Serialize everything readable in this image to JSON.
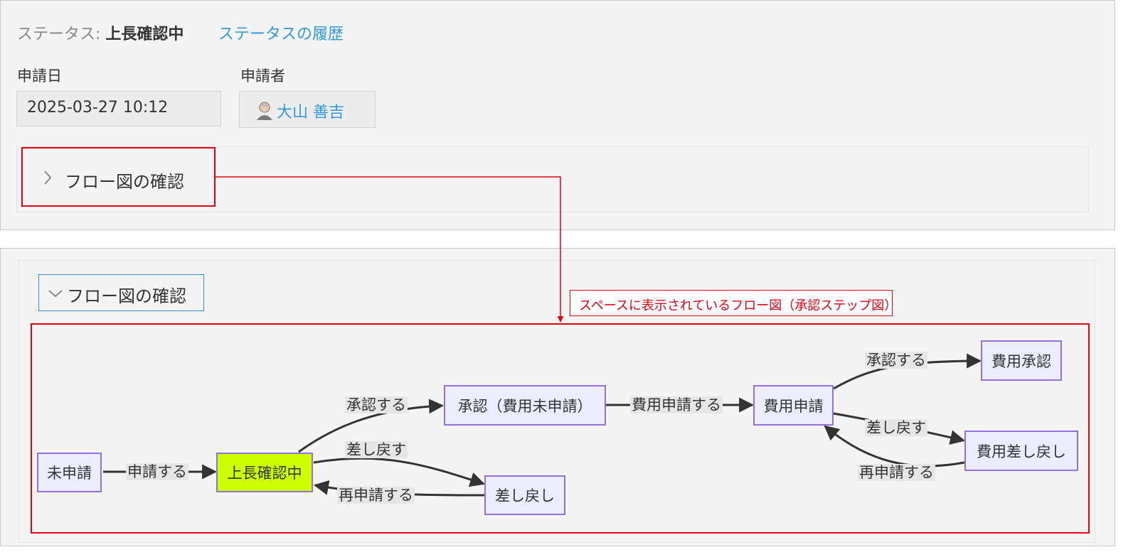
{
  "status": {
    "label": "ステータス: ",
    "value": "上長確認中",
    "history_link": "ステータスの履歴"
  },
  "fields": {
    "date_label": "申請日",
    "date_value": "2025-03-27 10:12",
    "applicant_label": "申請者",
    "applicant_name": "大山 善吉",
    "applicant_avatar_icon": "user-avatar-icon"
  },
  "flow_toggle": {
    "collapsed_label": "フロー図の確認",
    "expanded_label": "フロー図の確認",
    "collapsed_icon": "chevron-right-icon",
    "expanded_icon": "chevron-down-icon"
  },
  "annotation": {
    "callout": "スペースに表示されているフロー図（承認ステップ図）",
    "color": "#e60012"
  },
  "diagram": {
    "nodes": {
      "unapplied": "未申請",
      "manager_review": "上長確認中",
      "approved_no_cost": "承認（費用未申請）",
      "returned": "差し戻し",
      "cost_application": "費用申請",
      "cost_approved": "費用承認",
      "cost_returned": "費用差し戻し"
    },
    "edges": {
      "apply": "申請する",
      "approve_1": "承認する",
      "return_1": "差し戻す",
      "reapply_1": "再申請する",
      "cost_apply": "費用申請する",
      "approve_2": "承認する",
      "return_2": "差し戻す",
      "reapply_2": "再申請する"
    },
    "colors": {
      "node_fill": "#ececff",
      "node_border": "#9370db",
      "current_fill": "#ccff00",
      "edge": "#333333"
    }
  }
}
